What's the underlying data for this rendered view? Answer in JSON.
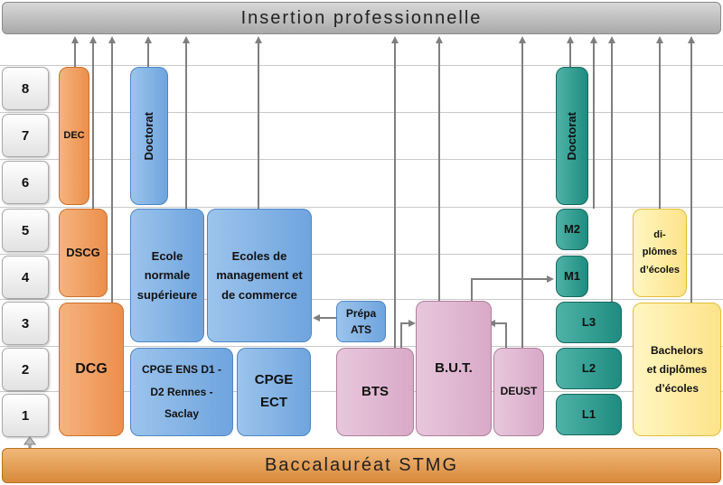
{
  "header": {
    "title": "Insertion professionnelle"
  },
  "footer": {
    "title": "Baccalauréat STMG"
  },
  "levels": [
    "8",
    "7",
    "6",
    "5",
    "4",
    "3",
    "2",
    "1"
  ],
  "boxes": {
    "dec": "DEC",
    "dscg": "DSCG",
    "dcg": "DCG",
    "doctorat_left": "Doctorat",
    "ens": "Ecole normale supérieure",
    "ecoles_management": "Ecoles de management et de commerce",
    "cpge_ens": "CPGE ENS D1 - D2 Rennes - Saclay",
    "cpge_ect": "CPGE ECT",
    "prepa_ats": "Prépa ATS",
    "bts": "BTS",
    "but": "B.U.T.",
    "deust": "DEUST",
    "doctorat_right": "Doctorat",
    "m2": "M2",
    "m1": "M1",
    "l3": "L3",
    "l2": "L2",
    "l1": "L1",
    "diplomes_ecoles": "di-plômes d’écoles",
    "bachelors": "Bachelors et diplômes d’écoles"
  },
  "colors": {
    "orange": "#ec8f4c",
    "blue": "#6fa4de",
    "pink": "#d9a9c8",
    "teal": "#1e8c80",
    "yellow": "#fde38a",
    "arrow": "#7f7f7f"
  }
}
